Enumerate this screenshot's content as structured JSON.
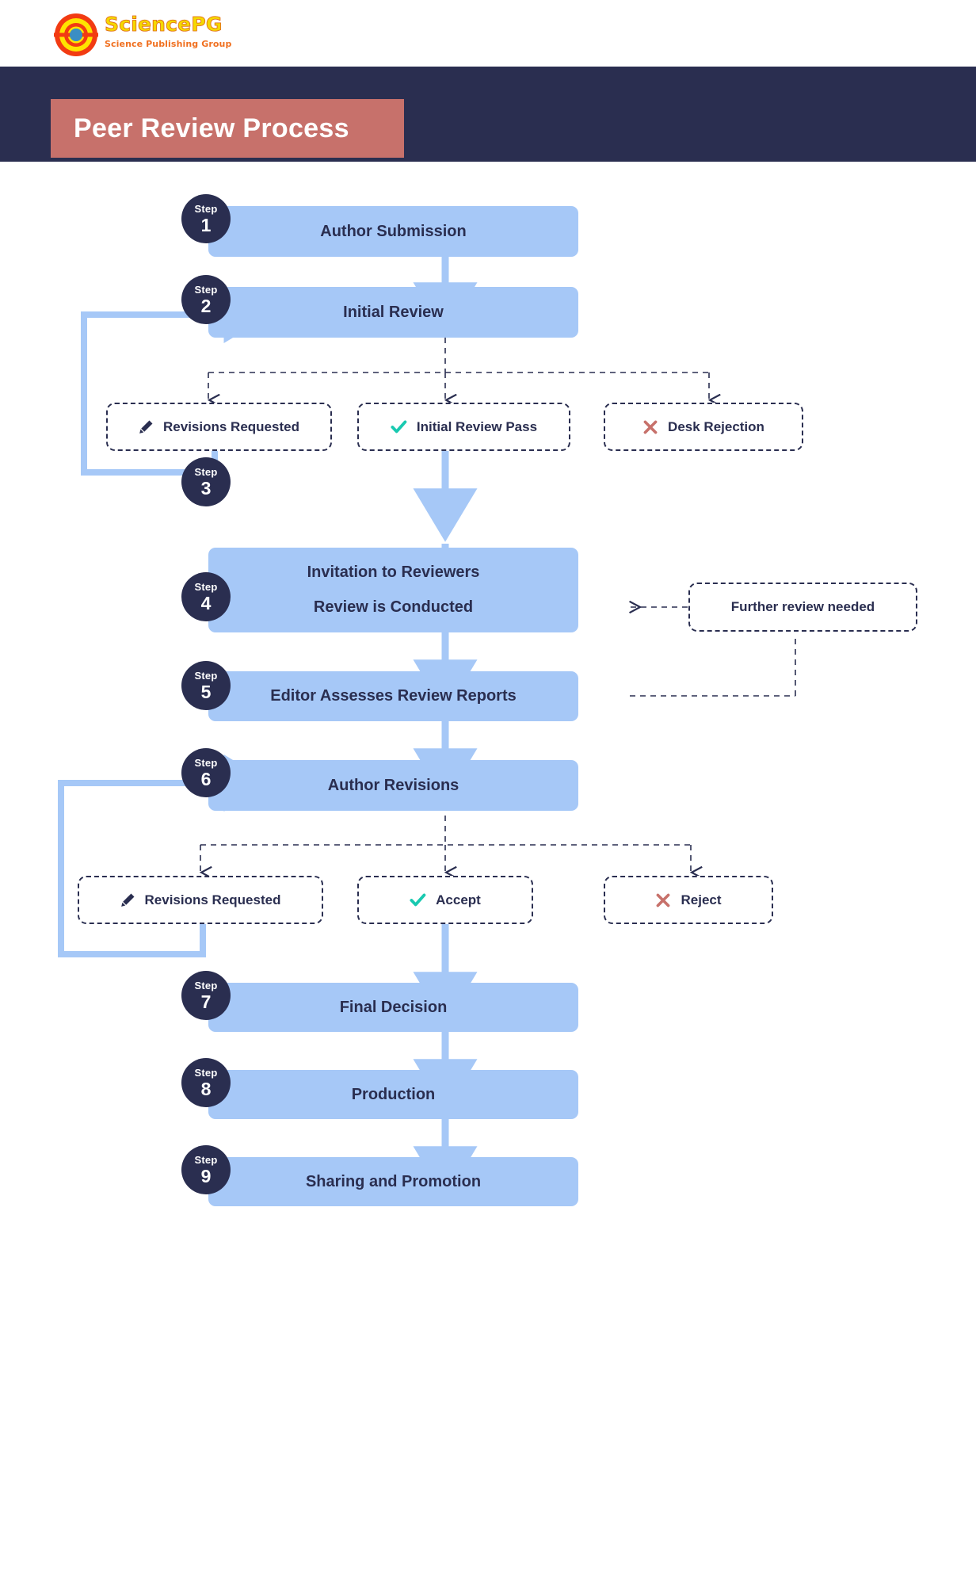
{
  "brand": {
    "name": "SciencePG",
    "tagline": "Science Publishing Group",
    "logo_icon": "concentric-circle-logo",
    "title_color": "#f5d800",
    "tagline_color": "#f07020"
  },
  "header": {
    "title": "Peer Review Process",
    "band_color": "#2a2e50",
    "banner_color": "#c7716b",
    "title_color": "#ffffff"
  },
  "theme": {
    "step_box_color": "#a6c8f7",
    "badge_color": "#2a2e50",
    "text_color": "#2a2e50",
    "arrow_color": "#a6c8f7",
    "dashed_color": "#2a2e50",
    "check_color": "#19c9b0",
    "cross_color": "#c7716b",
    "pencil_color": "#2a2e50"
  },
  "steps": [
    {
      "number": "1",
      "label": "Step",
      "title": "Author Submission"
    },
    {
      "number": "2",
      "label": "Step",
      "title": "Initial Review"
    },
    {
      "number": "3",
      "label": "Step",
      "title": "Invitation to Reviewers"
    },
    {
      "number": "4",
      "label": "Step",
      "title": "Review is Conducted"
    },
    {
      "number": "5",
      "label": "Step",
      "title": "Editor Assesses Review Reports"
    },
    {
      "number": "6",
      "label": "Step",
      "title": "Author Revisions"
    },
    {
      "number": "7",
      "label": "Step",
      "title": "Final Decision"
    },
    {
      "number": "8",
      "label": "Step",
      "title": "Production"
    },
    {
      "number": "9",
      "label": "Step",
      "title": "Sharing and Promotion"
    }
  ],
  "branch_group_1": {
    "from_step": "2",
    "options": [
      {
        "icon": "pencil-icon",
        "label": "Revisions Requested"
      },
      {
        "icon": "check-icon",
        "label": "Initial Review Pass"
      },
      {
        "icon": "cross-icon",
        "label": "Desk Rejection"
      }
    ]
  },
  "branch_group_2": {
    "from_step": "6",
    "options": [
      {
        "icon": "pencil-icon",
        "label": "Revisions Requested"
      },
      {
        "icon": "check-icon",
        "label": "Accept"
      },
      {
        "icon": "cross-icon",
        "label": "Reject"
      }
    ]
  },
  "side_note": {
    "label": "Further review needed",
    "from_step": "5",
    "to_step": "4"
  }
}
